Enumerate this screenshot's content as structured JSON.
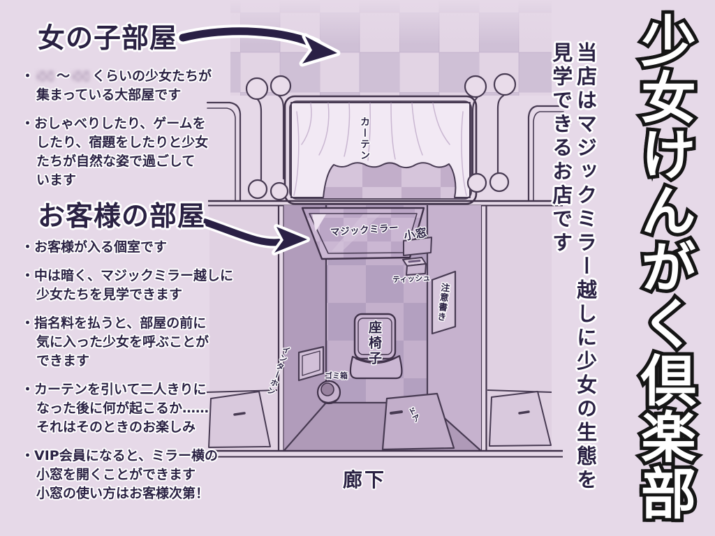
{
  "palette": {
    "background": "#e6d9e8",
    "ink_text": "#2a2143",
    "line_ink": "#473a52",
    "checker_dark": "#cfc0d6",
    "checker_light": "#e2d4e4",
    "wall_left": "#b19cbb",
    "wall_right": "#c6b2ce",
    "floor": "#af9ab8",
    "curtain": "#f2e9f4",
    "title_fill": "#ffffff",
    "title_outline": "#151515"
  },
  "ui": {
    "bullet_marker": "・"
  },
  "title": {
    "main": "少女けんがく倶楽部",
    "subtitle_col1": "当店はマジックミラー越しに少女の生態を",
    "subtitle_col2": "見学できるお店です"
  },
  "girls_room": {
    "heading": "女の子部屋",
    "bullet1_mid": "～",
    "bullet1_rest": "くらいの少女たちが\n集まっている大部屋です",
    "bullet2": "おしゃべりしたり、ゲームを\nしたり、宿題をしたりと少女\nたちが自然な姿で過ごして\nいます"
  },
  "customer_room": {
    "heading": "お客様の部屋",
    "bullets": [
      "お客様が入る個室です",
      "中は暗く、マジックミラー越しに\n少女たちを見学できます",
      "指名料を払うと、部屋の前に\n気に入った少女を呼ぶことが\nできます",
      "カーテンを引いて二人きりに\nなった後に何が起こるか……\nそれはそのときのお楽しみ",
      "VIP会員になると、ミラー横の\n小窓を開くことができます\n小窓の使い方はお客様次第！"
    ]
  },
  "diagram": {
    "labels": {
      "curtain": "カーテン",
      "magic_mirror": "マジックミラー",
      "small_window": "小窓",
      "tissue": "ティッシュ",
      "notice": "注意書き",
      "floor_chair": "座椅子",
      "intercom": "インターホン",
      "trash_bin": "ゴミ箱",
      "door": "ドア",
      "corridor": "廊下"
    }
  }
}
